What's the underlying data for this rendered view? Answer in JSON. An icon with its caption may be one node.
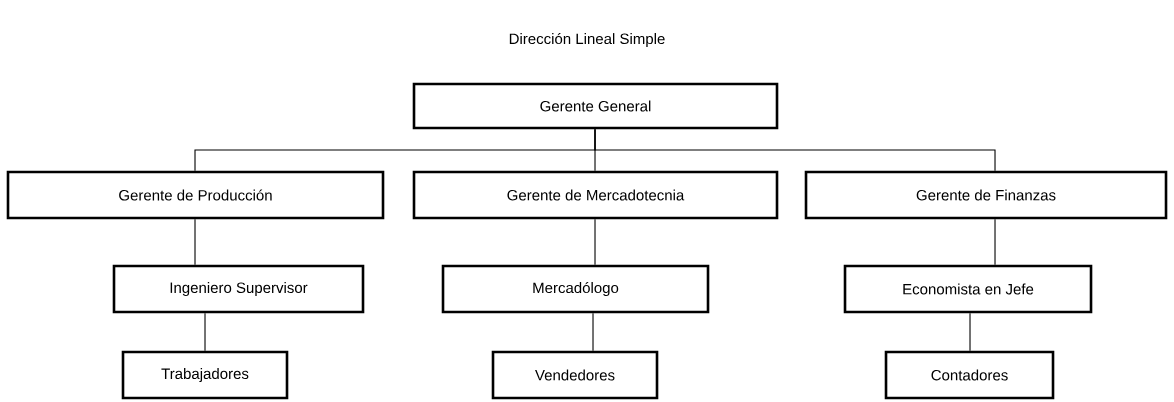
{
  "diagram": {
    "title": "Dirección Lineal Simple",
    "nodes": [
      {
        "text": [
          "Gerente General"
        ]
      },
      {
        "text": [
          "Gerente de Producción"
        ]
      },
      {
        "text": [
          "Gerente de Mercadotecnia"
        ]
      },
      {
        "text": [
          "Gerente de Finanzas"
        ]
      },
      {
        "text": [
          "Ingeniero Supervisor"
        ]
      },
      {
        "text": [
          "Mercadólogo"
        ]
      },
      {
        "text": [
          "Economista en Jefe"
        ]
      },
      {
        "text": [
          "Trabajadores"
        ]
      },
      {
        "text": [
          "Vendedores"
        ]
      },
      {
        "text": [
          "Contadores"
        ]
      }
    ],
    "edges": [
      {
        "from": 0,
        "to": 1,
        "arrow": "none"
      },
      {
        "from": 0,
        "to": 2,
        "arrow": "none"
      },
      {
        "from": 0,
        "to": 3,
        "arrow": "none"
      },
      {
        "from": 1,
        "to": 4,
        "arrow": "none"
      },
      {
        "from": 2,
        "to": 5,
        "arrow": "none"
      },
      {
        "from": 3,
        "to": 6,
        "arrow": "none"
      },
      {
        "from": 4,
        "to": 7,
        "arrow": "none"
      },
      {
        "from": 5,
        "to": 8,
        "arrow": "none"
      },
      {
        "from": 6,
        "to": 9,
        "arrow": "none"
      }
    ]
  }
}
